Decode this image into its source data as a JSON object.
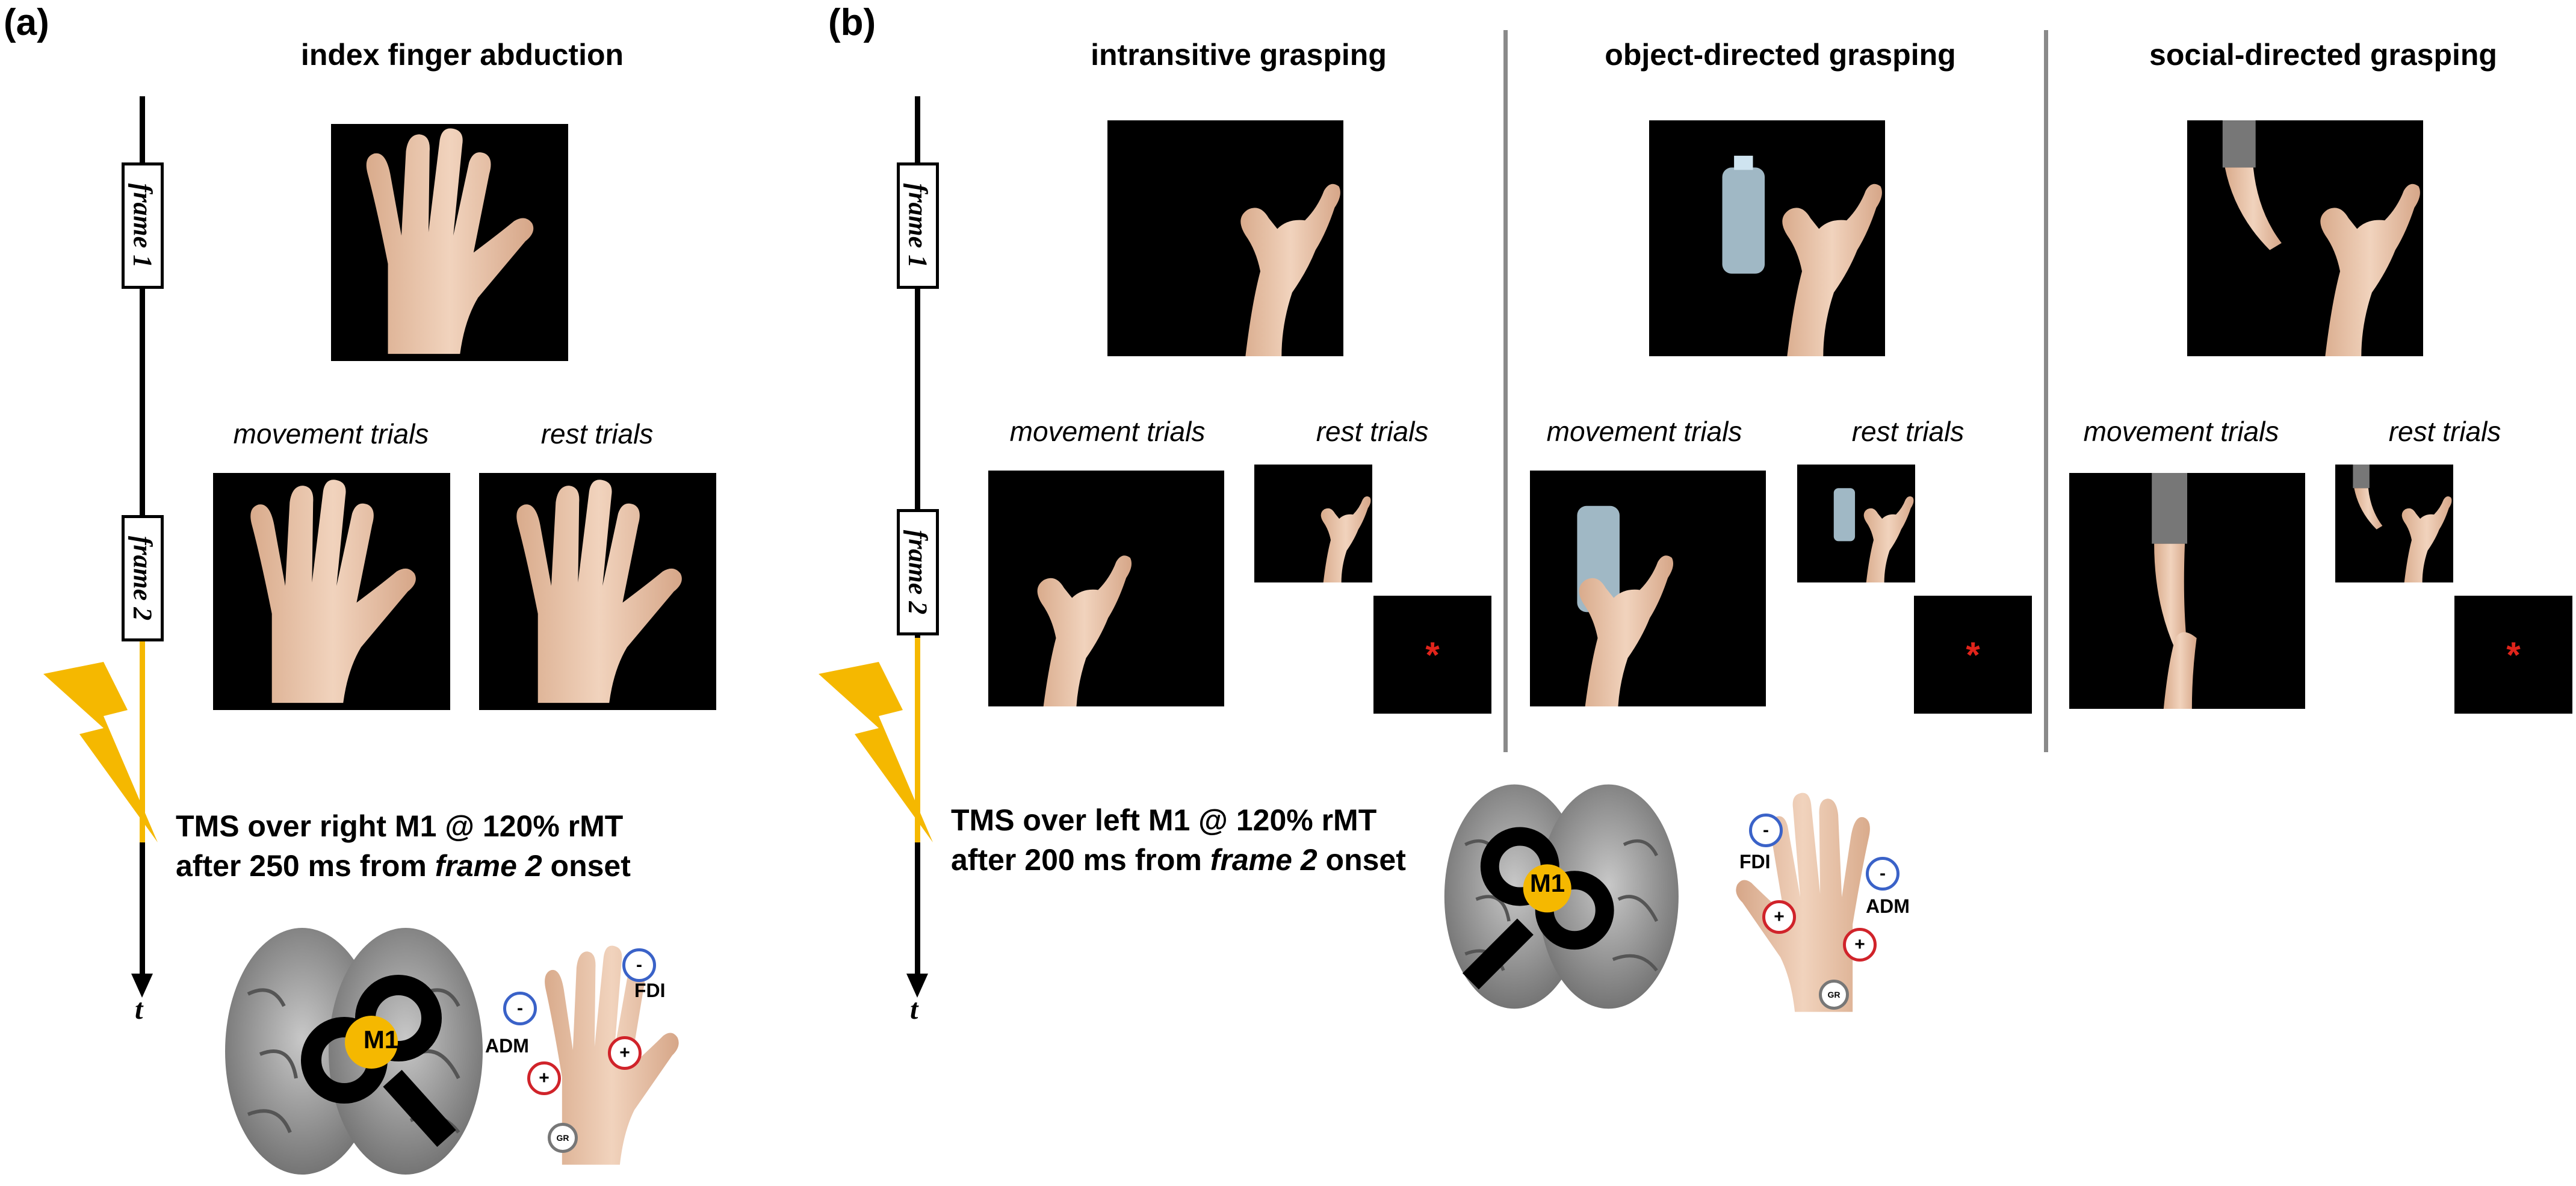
{
  "panel_a": {
    "letter": "(a)",
    "title": "index finger abduction",
    "frame1": "frame 1",
    "frame2": "frame 2",
    "movement_label": "movement trials",
    "rest_label": "rest trials",
    "tms_line1": "TMS over right M1 @ 120% rMT",
    "tms_line2_pre": "after 250 ms from ",
    "tms_line2_em": "frame 2",
    "tms_line2_post": " onset",
    "time_label": "t",
    "coil_label": "M1",
    "electrodes": {
      "neg": "-",
      "pos": "+",
      "gr": "GR",
      "fdi": "FDI",
      "adm": "ADM"
    }
  },
  "panel_b": {
    "letter": "(b)",
    "frame1": "frame 1",
    "frame2": "frame 2",
    "tms_line1": "TMS over left M1 @ 120% rMT",
    "tms_line2_pre": "after 200 ms from ",
    "tms_line2_em": "frame 2",
    "tms_line2_post": " onset",
    "time_label": "t",
    "coil_label": "M1",
    "electrodes": {
      "neg": "-",
      "pos": "+",
      "gr": "GR",
      "fdi": "FDI",
      "adm": "ADM"
    },
    "conditions": [
      {
        "title": "intransitive grasping",
        "movement_label": "movement trials",
        "rest_label": "rest trials",
        "fixation": "*"
      },
      {
        "title": "object-directed grasping",
        "movement_label": "movement trials",
        "rest_label": "rest trials",
        "fixation": "*"
      },
      {
        "title": "social-directed grasping",
        "movement_label": "movement trials",
        "rest_label": "rest trials",
        "fixation": "*"
      }
    ]
  },
  "colors": {
    "timeline_yellow": "#f5b800",
    "coil_yellow": "#f5b800",
    "electrode_negative": "#3a62c8",
    "electrode_positive": "#d0232a",
    "divider": "#8a8a8a",
    "skin": "#e8c4a6"
  }
}
